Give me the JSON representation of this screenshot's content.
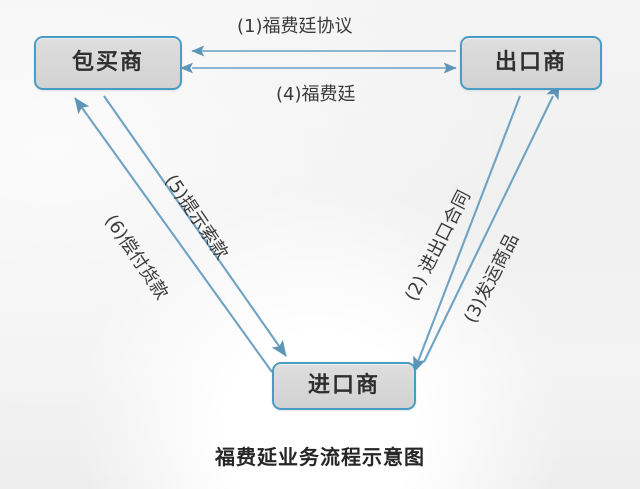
{
  "diagram": {
    "caption": "福费延业务流程示意图",
    "background_color": "#f2f2f2",
    "accent_color": "#4a9cc4",
    "line_color": "#6fa8cb",
    "node_fill": "#d8d8d8",
    "nodes": [
      {
        "id": "forfaiter",
        "label": "包买商"
      },
      {
        "id": "exporter",
        "label": "出口商"
      },
      {
        "id": "importer",
        "label": "进口商"
      }
    ],
    "edges": [
      {
        "id": "edge-1",
        "label": "(1)福费廷协议",
        "from": "exporter",
        "to": "forfaiter",
        "direction": "left",
        "position": "top"
      },
      {
        "id": "edge-4",
        "label": "(4)福费廷",
        "from": "forfaiter",
        "to": "exporter",
        "direction": "both",
        "position": "top"
      },
      {
        "id": "edge-2",
        "label": "(2) 进出口合同",
        "from": "exporter",
        "to": "importer",
        "direction": "both",
        "position": "right"
      },
      {
        "id": "edge-3",
        "label": "(3)发运商品",
        "from": "exporter",
        "to": "importer",
        "direction": "down-left",
        "position": "right"
      },
      {
        "id": "edge-5",
        "label": "(5)提示索款",
        "from": "forfaiter",
        "to": "importer",
        "direction": "down-right",
        "position": "left"
      },
      {
        "id": "edge-6",
        "label": "(6)偿付货款",
        "from": "importer",
        "to": "forfaiter",
        "direction": "up-left",
        "position": "left"
      }
    ]
  }
}
